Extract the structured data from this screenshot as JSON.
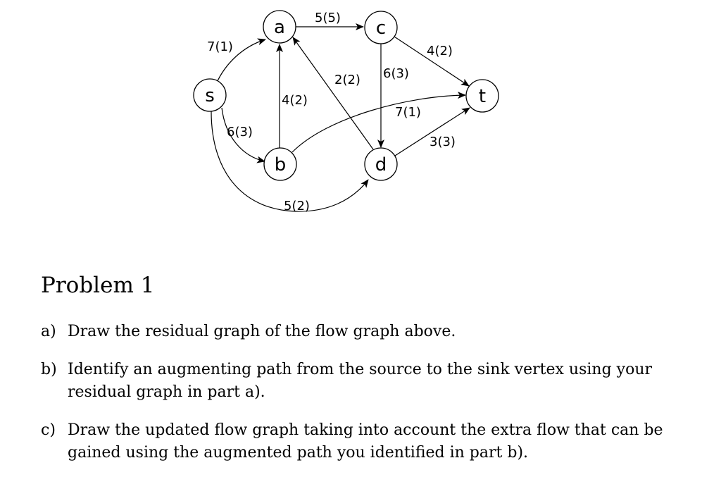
{
  "graph": {
    "nodes": [
      {
        "id": "s",
        "label": "s"
      },
      {
        "id": "a",
        "label": "a"
      },
      {
        "id": "c",
        "label": "c"
      },
      {
        "id": "t",
        "label": "t"
      },
      {
        "id": "b",
        "label": "b"
      },
      {
        "id": "d",
        "label": "d"
      }
    ],
    "edges": [
      {
        "id": "s-a",
        "from": "s",
        "to": "a",
        "label": "7(1)"
      },
      {
        "id": "s-b",
        "from": "s",
        "to": "b",
        "label": "6(3)"
      },
      {
        "id": "s-d",
        "from": "s",
        "to": "d",
        "label": "5(2)"
      },
      {
        "id": "a-c",
        "from": "a",
        "to": "c",
        "label": "5(5)"
      },
      {
        "id": "b-a",
        "from": "b",
        "to": "a",
        "label": "4(2)"
      },
      {
        "id": "d-a",
        "from": "d",
        "to": "a",
        "label": "2(2)"
      },
      {
        "id": "c-d",
        "from": "c",
        "to": "d",
        "label": "6(3)"
      },
      {
        "id": "c-t",
        "from": "c",
        "to": "t",
        "label": "4(2)"
      },
      {
        "id": "b-t",
        "from": "b",
        "to": "t",
        "label": "7(1)"
      },
      {
        "id": "d-t",
        "from": "d",
        "to": "t",
        "label": "3(3)"
      }
    ]
  },
  "problem": {
    "title": "Problem 1",
    "parts": [
      {
        "marker": "a)",
        "text": "Draw the residual graph of the flow graph above."
      },
      {
        "marker": "b)",
        "text": "Identify an augmenting path from the source to the sink vertex using your residual graph in part a)."
      },
      {
        "marker": "c)",
        "text": "Draw the updated flow graph taking into account the extra flow that can be gained using the augmented path you identified in part b)."
      }
    ]
  }
}
